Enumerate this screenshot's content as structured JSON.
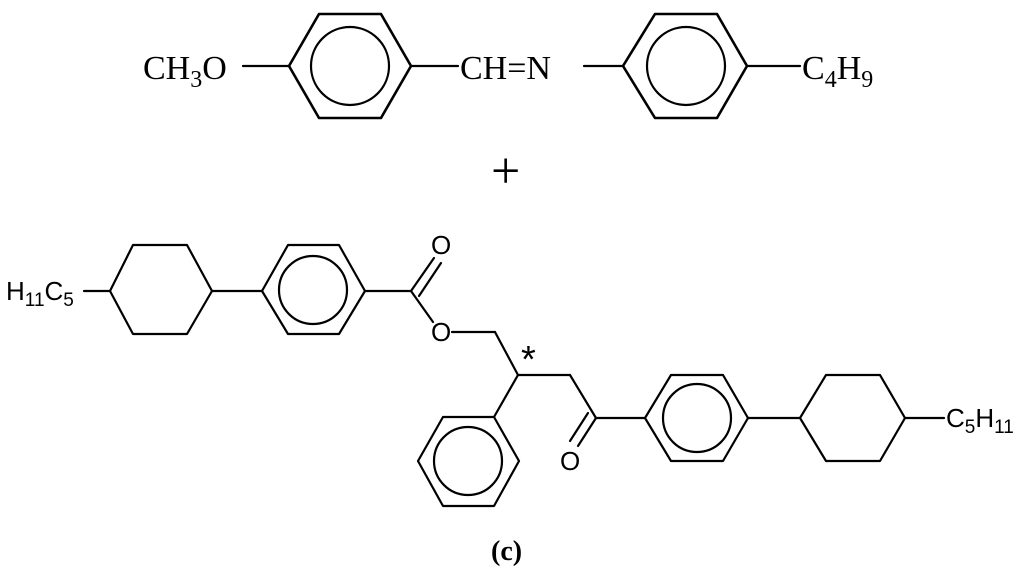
{
  "top_molecule": {
    "left_group": {
      "main": "CH",
      "sub": "3",
      "tail": "O"
    },
    "linker": "CH=N",
    "right_group": {
      "main": "C",
      "sub1": "4",
      "mid": "H",
      "sub2": "9"
    }
  },
  "plus_sign": "+",
  "bottom_molecule": {
    "left_chain": {
      "h": "H",
      "sub1": "11",
      "c": "C",
      "sub2": "5"
    },
    "carbonyl_o_top": "O",
    "ester_o": "O",
    "chiral_marker": "*",
    "ketone_o": "O",
    "right_chain": {
      "c": "C",
      "sub1": "5",
      "h": "H",
      "sub2": "11"
    }
  },
  "caption": "(c)"
}
